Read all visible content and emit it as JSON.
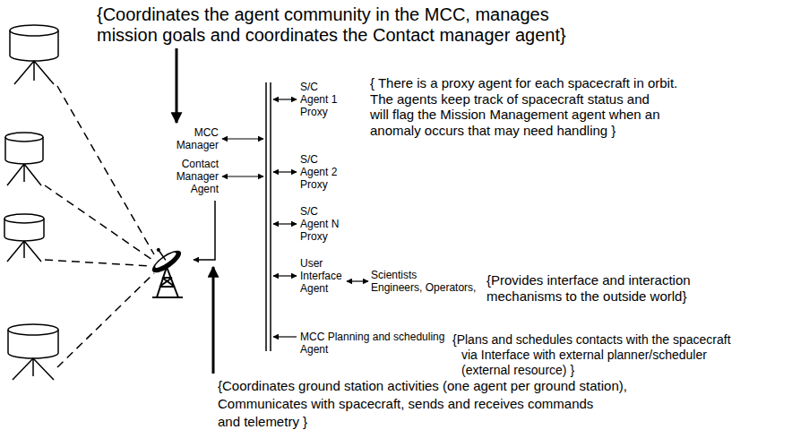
{
  "diagram": {
    "nodes": [
      {
        "text": [
          "MCC Manager"
        ]
      },
      {
        "text": [
          "Contact Manager Agent"
        ]
      },
      {
        "text": [
          "S/C Agent 1 Proxy"
        ]
      },
      {
        "text": [
          "S/C Agent 2 Proxy"
        ]
      },
      {
        "text": [
          "S/C Agent N Proxy"
        ]
      },
      {
        "text": [
          "User Interface Agent"
        ]
      },
      {
        "text": [
          "Scientists Engineers, Operators,"
        ]
      },
      {
        "text": [
          "MCC Planning and scheduling Agent"
        ]
      }
    ],
    "edges": [
      {
        "from": 5,
        "to": 6,
        "arrow": "both"
      }
    ],
    "labels": [
      "{Coordinates the agent community in the MCC, manages mission goals and coordinates the Contact manager agent}",
      "{ There is a proxy agent for each spacecraft in orbit. The agents keep track of spacecraft status and will flag the Mission Management agent when an anomaly occurs that may need handling }",
      "{Provides interface and interaction mechanisms to the outside world}",
      "{Plans and schedules contacts with the spacecraft via Interface with external planner/scheduler (external resource) }",
      "{Coordinates ground station activities (one agent per ground station), Communicates with spacecraft, sends and receives commands and telemetry }"
    ]
  }
}
